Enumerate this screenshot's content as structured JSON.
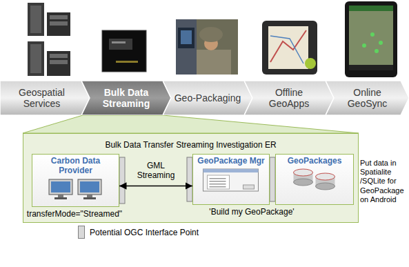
{
  "diagram": {
    "nodes": [
      {
        "text": [
          "Geospatial Services"
        ]
      },
      {
        "text": [
          "Bulk Data Streaming"
        ]
      },
      {
        "text": [
          "Geo-Packaging"
        ]
      },
      {
        "text": [
          "Offline GeoApps"
        ]
      },
      {
        "text": [
          "Online GeoSync"
        ]
      },
      {
        "text": [
          "Bulk Data Transfer Streaming Investigation ER"
        ]
      },
      {
        "text": [
          "Carbon Data Provider"
        ],
        "in": 5
      },
      {
        "text": [
          "GeoPackage Mgr"
        ],
        "in": 5
      },
      {
        "text": [
          "GeoPackages"
        ],
        "in": 5
      }
    ],
    "edges": [
      {
        "from": 6,
        "to": 7,
        "label": "GML Streaming",
        "arrow": "both"
      }
    ],
    "labels": [
      "transferMode=\"Streamed\"",
      "'Build my GeoPackage'",
      "Put data in Spatialite /SQLite for GeoPackage on Android"
    ],
    "legend": [
      {
        "text": "Potential OGC Interface Point",
        "color": "#d9d9d9"
      }
    ]
  }
}
